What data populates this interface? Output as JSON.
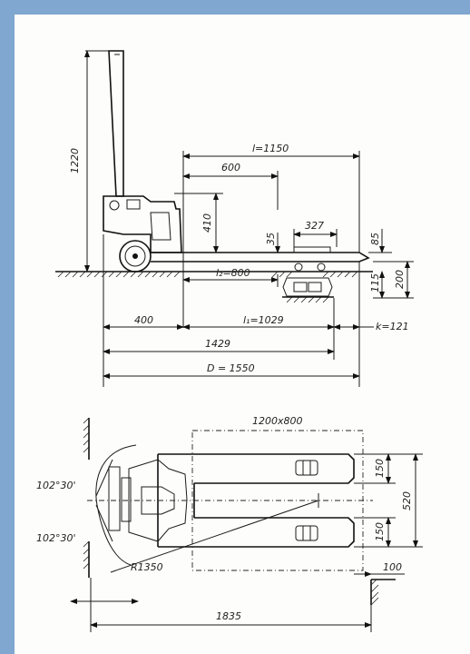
{
  "side_view": {
    "height_total": "1220",
    "length_l": "l=1150",
    "load_center": "600",
    "fork_height": "410",
    "fork_gap": "35",
    "roller_length": "327",
    "fork_top": "85",
    "fork_max": "200",
    "lift": "115",
    "l2": "l₂=800",
    "rear_400": "400",
    "l1": "l₁=1029",
    "k": "k=121",
    "len_1429": "1429",
    "D": "D = 1550"
  },
  "top_view": {
    "pallet": "1200x800",
    "angle_top": "102°30'",
    "angle_bottom": "102°30'",
    "fork_width_top": "150",
    "fork_width_bottom": "150",
    "overall_width": "520",
    "radius": "R1350",
    "clearance": "100",
    "turn_length": "1835"
  }
}
